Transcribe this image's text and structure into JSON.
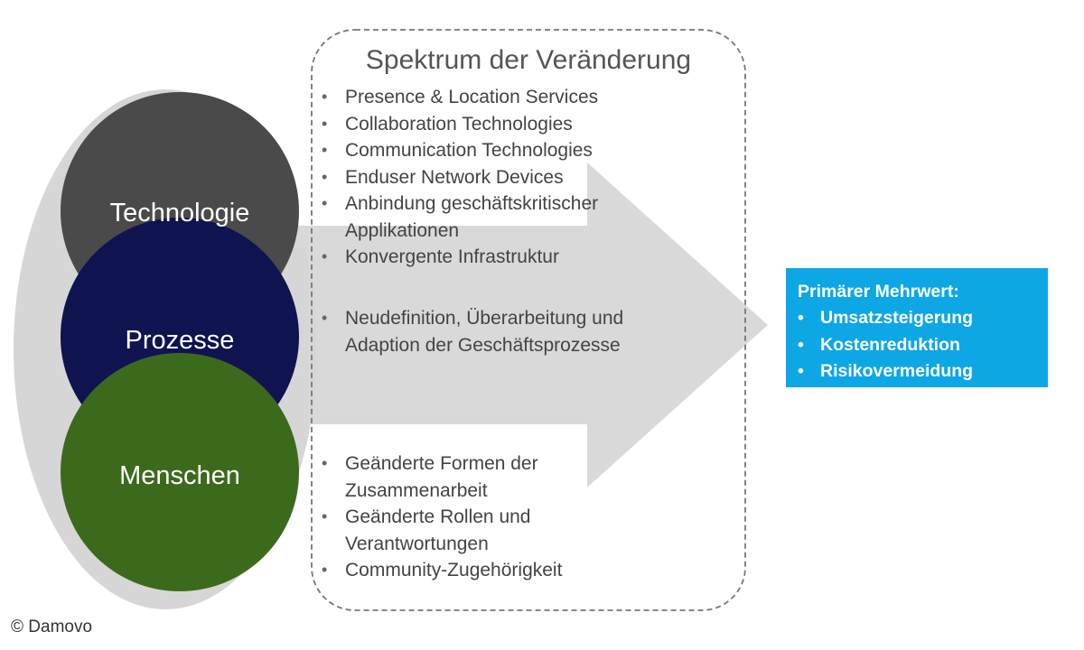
{
  "circles": {
    "technologie": "Technologie",
    "prozesse": "Prozesse",
    "menschen": "Menschen"
  },
  "spectrum": {
    "title": "Spektrum der Veränderung",
    "technologie_items": [
      "Presence & Location Services",
      "Collaboration Technologies",
      "Communication Technologies",
      "Enduser Network Devices",
      "Anbindung geschäftskritischer Applikationen",
      "Konvergente Infrastruktur"
    ],
    "prozesse_items": [
      "Neudefinition, Überarbeitung und Adaption der Geschäftsprozesse"
    ],
    "menschen_items": [
      "Geänderte Formen der Zusammenarbeit",
      "Geänderte Rollen und Verantwortungen",
      "Community-Zugehörigkeit"
    ]
  },
  "value_box": {
    "title": "Primärer Mehrwert:",
    "items": [
      "Umsatzsteigerung",
      "Kostenreduktion",
      "Risikovermeidung"
    ]
  },
  "copyright": "© Damovo",
  "colors": {
    "technologie": "#4a4a4a",
    "prozesse": "#0f1450",
    "menschen": "#3c6a1c",
    "arrow": "#d9d9d9",
    "oval": "#d6d6d6",
    "value_box": "#0ea7e6"
  }
}
